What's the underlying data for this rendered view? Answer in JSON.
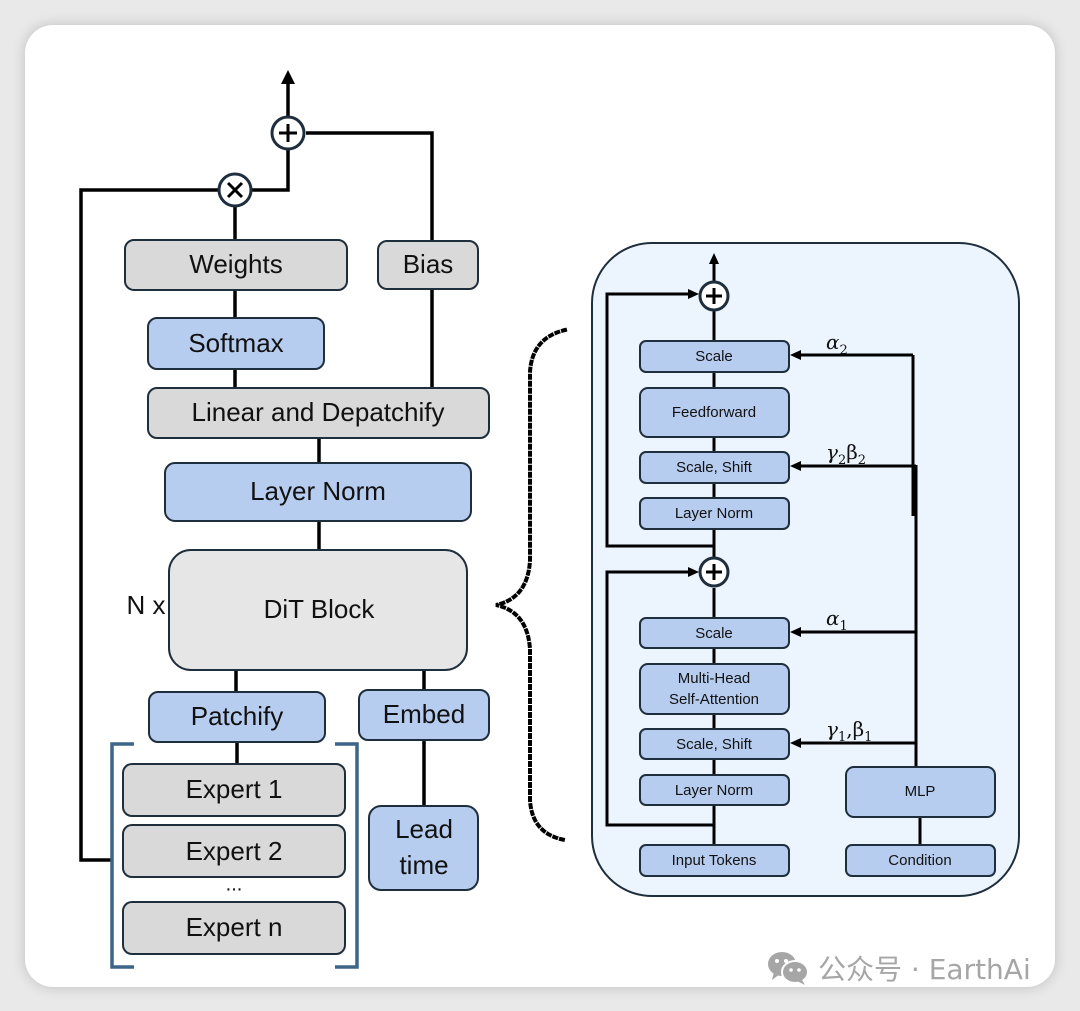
{
  "left_diagram": {
    "weights": "Weights",
    "bias": "Bias",
    "softmax": "Softmax",
    "linear_depatchify": "Linear and Depatchify",
    "layer_norm": "Layer Norm",
    "dit_block": "DiT Block",
    "repeat_label": "N x",
    "patchify": "Patchify",
    "embed": "Embed",
    "lead_time_line1": "Lead",
    "lead_time_line2": "time",
    "experts": [
      "Expert 1",
      "Expert 2",
      "Expert n"
    ],
    "ellipsis": "...",
    "ops": {
      "multiply": "multiply-op",
      "add": "add-op"
    }
  },
  "dit_block_detail": {
    "scale_top": "Scale",
    "feedforward": "Feedforward",
    "scale_shift_top": "Scale, Shift",
    "layer_norm_top": "Layer Norm",
    "scale_bottom": "Scale",
    "mhsa_line1": "Multi-Head",
    "mhsa_line2": "Self-Attention",
    "scale_shift_bottom": "Scale, Shift",
    "layer_norm_bottom": "Layer Norm",
    "input_tokens": "Input Tokens",
    "mlp": "MLP",
    "condition": "Condition",
    "alpha2": {
      "base": "α",
      "sub": "2"
    },
    "gamma2beta2": {
      "g": "γ",
      "gsub": "2",
      "b": "β",
      "bsub": "2"
    },
    "alpha1": {
      "base": "α",
      "sub": "1"
    },
    "gamma1beta1": {
      "g": "γ",
      "gsub": "1",
      "sep": ",",
      "b": "β",
      "bsub": "1"
    }
  },
  "watermark": {
    "icon": "wechat-icon",
    "text": "公众号 · EarthAi"
  },
  "colors": {
    "blue_box": "#b7cdf0",
    "gray_box": "#d9d9d9",
    "panel_bg": "#ecf4fd",
    "bracket": "#3d6587"
  }
}
